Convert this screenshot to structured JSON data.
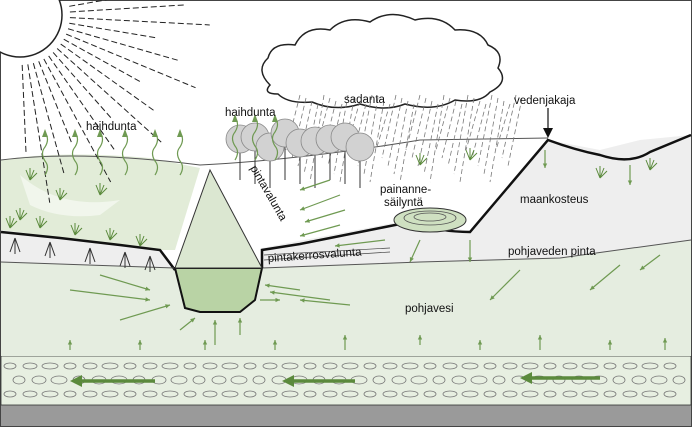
{
  "labels": {
    "evaporation_left": "haihdunta",
    "evaporation_right": "haihdunta",
    "precipitation": "sadanta",
    "watershed_divide": "vedenjakaja",
    "surface_runoff": "pintavalunta",
    "depression_storage_line1": "painanne-",
    "depression_storage_line2": "säilyntä",
    "soil_moisture": "maankosteus",
    "subsurface_flow": "pintakerrosvalunta",
    "water_table": "pohjaveden pinta",
    "groundwater": "pohjavesi"
  },
  "colors": {
    "light_green": "#e7efe1",
    "mid_green": "#d4e4c8",
    "lake_green": "#b9d3a5",
    "arrow_green": "#6f9a52",
    "ground_gray": "#c4c4c4",
    "bedrock_gray": "#9a9a9a",
    "tree_gray": "#d2d2d2"
  }
}
